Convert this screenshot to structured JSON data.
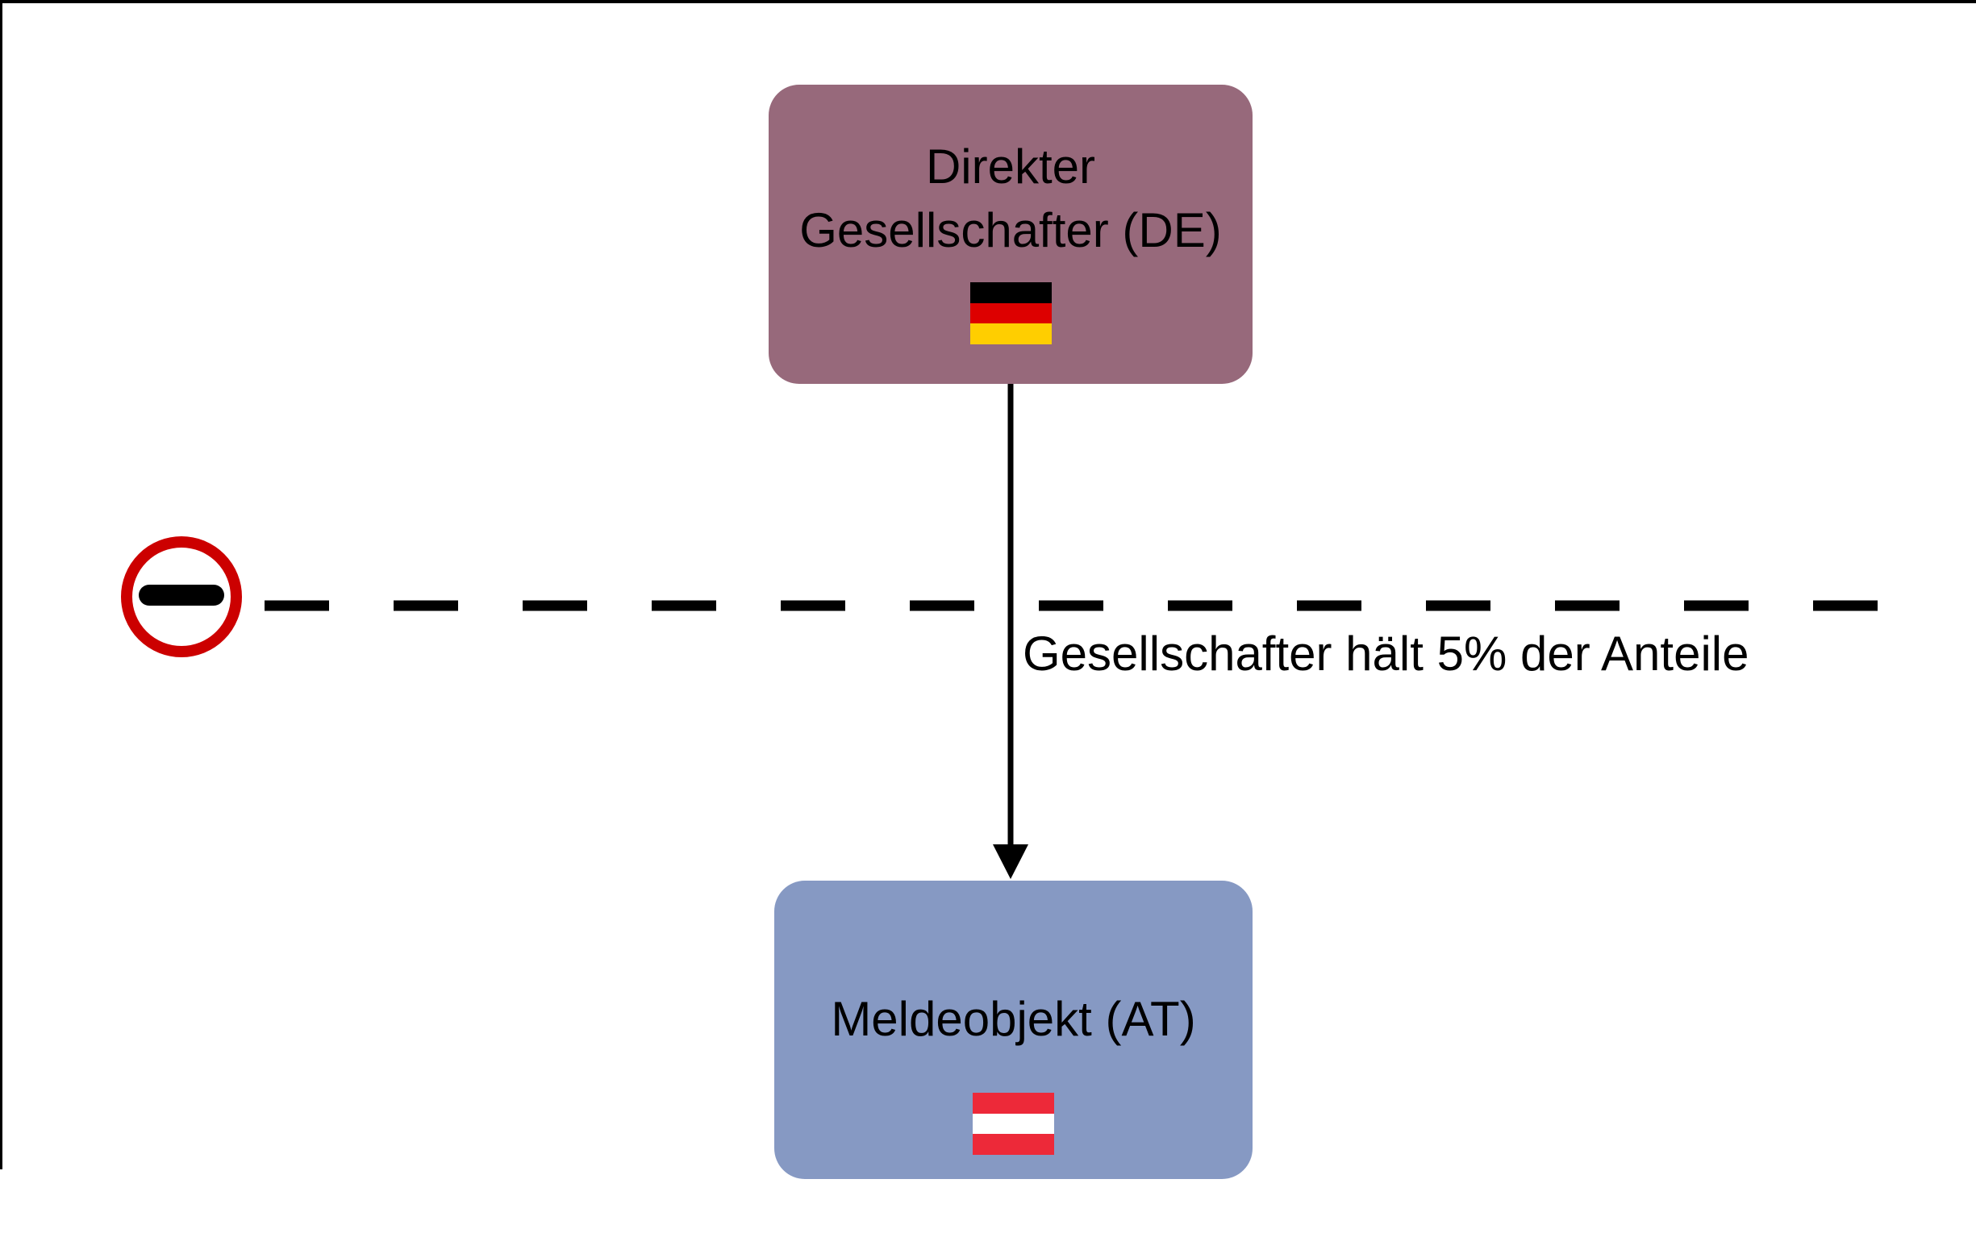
{
  "page": {
    "background_color": "#FFFFFF",
    "frame_color": "#000000"
  },
  "nodes": {
    "parent": {
      "label_line1": "Direkter",
      "label_line2": "Gesellschafter (DE)",
      "country_code": "DE",
      "fill_color": "#97697B",
      "flag_colors": [
        "#000000",
        "#DD0000",
        "#FFCE00"
      ]
    },
    "child": {
      "label": "Meldeobjekt (AT)",
      "country_code": "AT",
      "fill_color": "#8699C3",
      "flag_colors": [
        "#ED2939",
        "#FFFFFF",
        "#ED2939"
      ]
    }
  },
  "edge": {
    "label": "Gesellschafter hält 5% der Anteile",
    "line_color": "#000000",
    "direction": "parent-to-child"
  },
  "threshold_line": {
    "style": "dashed",
    "color": "#000000"
  },
  "no_entry_icon": {
    "ring_color": "#CC0000",
    "bar_color": "#000000"
  }
}
